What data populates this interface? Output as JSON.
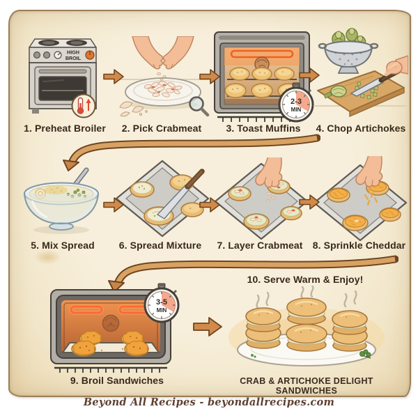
{
  "steps": [
    {
      "label": "1. Preheat Broiler",
      "oven_setting": {
        "line1": "HIGH",
        "line2": "BROIL"
      },
      "icons": [
        "stove-icon",
        "thermometer-rising-icon"
      ]
    },
    {
      "label": "2. Pick Crabmeat",
      "icons": [
        "hands-picking-icon",
        "crabmeat-plate-icon",
        "magnifying-glass-icon"
      ]
    },
    {
      "label": "3. Toast Muffins",
      "timer": {
        "line1": "2-3",
        "line2": "MIN"
      },
      "icons": [
        "toaster-oven-icon",
        "stopwatch-icon"
      ]
    },
    {
      "label": "4. Chop Artichokes",
      "icons": [
        "colander-icon",
        "cutting-board-icon",
        "chef-knife-icon"
      ]
    },
    {
      "label": "5. Mix Spread",
      "icons": [
        "mixing-bowl-icon",
        "spoon-icon"
      ]
    },
    {
      "label": "6. Spread Mixture",
      "icons": [
        "baking-sheet-icon",
        "spreading-knife-icon"
      ]
    },
    {
      "label": "7. Layer Crabmeat",
      "icons": [
        "baking-sheet-icon",
        "hand-layering-icon"
      ]
    },
    {
      "label": "8. Sprinkle Cheddar",
      "icons": [
        "baking-sheet-icon",
        "hand-sprinkling-icon"
      ]
    },
    {
      "label": "9. Broil Sandwiches",
      "timer": {
        "line1": "3-5",
        "line2": "MIN"
      },
      "icons": [
        "broiler-oven-icon",
        "stopwatch-icon"
      ]
    },
    {
      "label": "10. Serve Warm & Enjoy!",
      "icons": [
        "serving-plate-icon",
        "steam-icon",
        "parsley-icon"
      ]
    }
  ],
  "final_caption": "CRAB & ARTICHOKE DELIGHT SANDWICHES",
  "footer": {
    "credit": "Beyond All Recipes - beyondallrecipes.com"
  },
  "colors": {
    "paper": "#f5edd8",
    "ink": "#38281a",
    "arrow_fill": "#d28a4a",
    "arrow_outline": "#6d4420",
    "timer_accent": "#f2997a",
    "broil_glow": "#ef6325",
    "muffin": "#e9bd74",
    "cheddar": "#f0a33c",
    "artichoke": "#a9b465"
  }
}
